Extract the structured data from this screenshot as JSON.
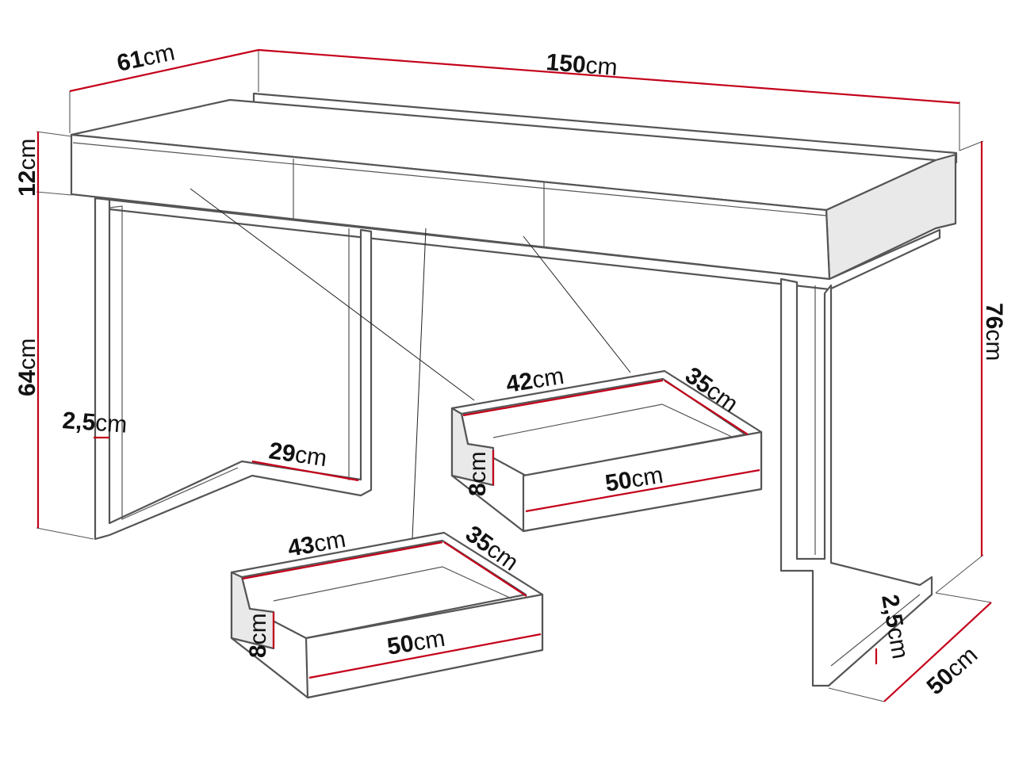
{
  "dimensions": {
    "depth": {
      "value": "61",
      "unit": "cm"
    },
    "width": {
      "value": "150",
      "unit": "cm"
    },
    "top_height": {
      "value": "12",
      "unit": "cm"
    },
    "leg_height": {
      "value": "64",
      "unit": "cm"
    },
    "total_height": {
      "value": "76",
      "unit": "cm"
    },
    "leg_thickness_left": {
      "value": "2,5",
      "unit": "cm"
    },
    "leg_thickness_right": {
      "value": "2,5",
      "unit": "cm"
    },
    "foot_length": {
      "value": "29",
      "unit": "cm"
    },
    "base_depth": {
      "value": "50",
      "unit": "cm"
    }
  },
  "drawer_right": {
    "width": {
      "value": "42",
      "unit": "cm"
    },
    "depth": {
      "value": "35",
      "unit": "cm"
    },
    "height": {
      "value": "8",
      "unit": "cm"
    },
    "front": {
      "value": "50",
      "unit": "cm"
    }
  },
  "drawer_left": {
    "width": {
      "value": "43",
      "unit": "cm"
    },
    "depth": {
      "value": "35",
      "unit": "cm"
    },
    "height": {
      "value": "8",
      "unit": "cm"
    },
    "front": {
      "value": "50",
      "unit": "cm"
    }
  },
  "colors": {
    "dimension_line": "#c4001a",
    "outline": "#555555"
  }
}
